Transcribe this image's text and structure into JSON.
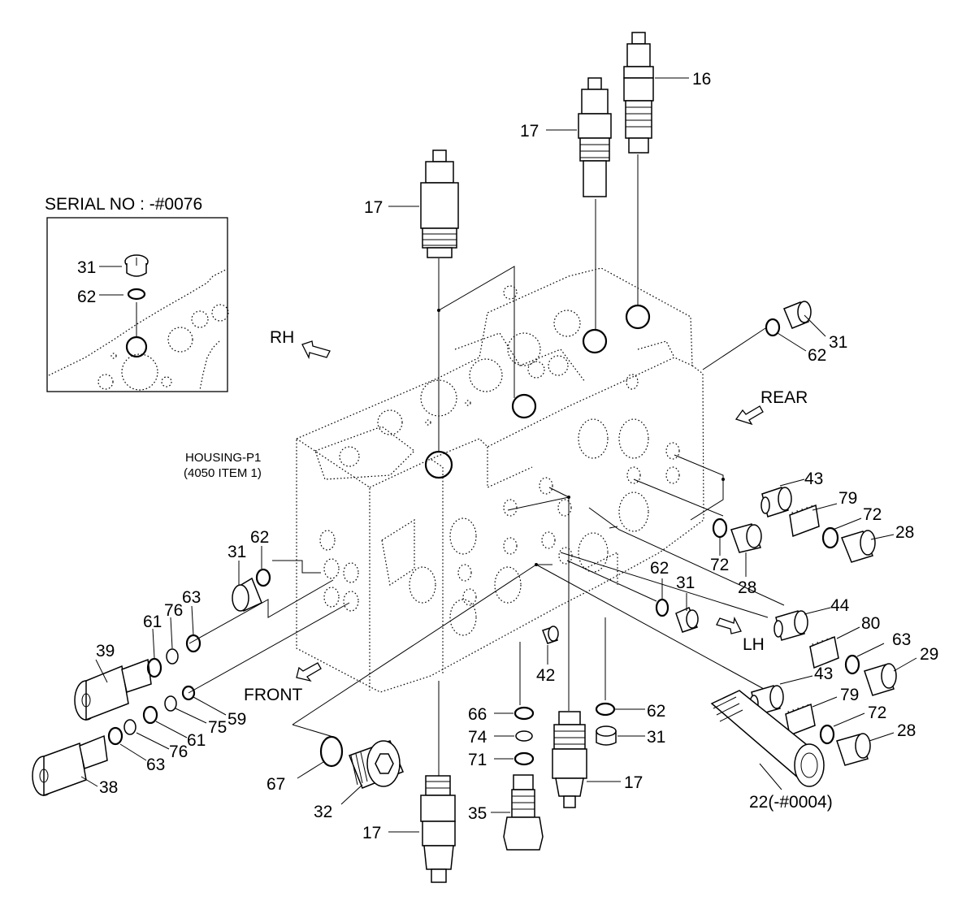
{
  "inset": {
    "title": "SERIAL NO : -#0076",
    "labels": [
      "31",
      "62"
    ]
  },
  "notes": {
    "housing_line1": "HOUSING-P1",
    "housing_line2": "(4050 ITEM 1)"
  },
  "directions": {
    "rh": "RH",
    "rear": "REAR",
    "lh": "LH",
    "front": "FRONT"
  },
  "parts": {
    "p16": "16",
    "p17_top_mid": "17",
    "p17_top_left": "17",
    "p31_top_right": "31",
    "p62_top_right": "62",
    "p43_upper": "43",
    "p79_upper": "79",
    "p72_upper": "72",
    "p28_upper": "28",
    "p72_mid": "72",
    "p28_mid": "28",
    "p62_mid": "62",
    "p31_mid": "31",
    "p44": "44",
    "p80": "80",
    "p63_right": "63",
    "p29": "29",
    "p43_lower": "43",
    "p79_lower": "79",
    "p72_lower": "72",
    "p28_lower": "28",
    "p22": "22(-#0004)",
    "p31_left": "31",
    "p62_left": "62",
    "p63_left": "63",
    "p76_upper": "76",
    "p61_upper": "61",
    "p39": "39",
    "p59": "59",
    "p75": "75",
    "p61_lower": "61",
    "p76_lower": "76",
    "p63_lower": "63",
    "p38": "38",
    "p42": "42",
    "p66": "66",
    "p74": "74",
    "p71": "71",
    "p35": "35",
    "p62_bottom": "62",
    "p31_bottom": "31",
    "p17_bottom_right": "17",
    "p67": "67",
    "p32": "32",
    "p17_bottom": "17"
  }
}
